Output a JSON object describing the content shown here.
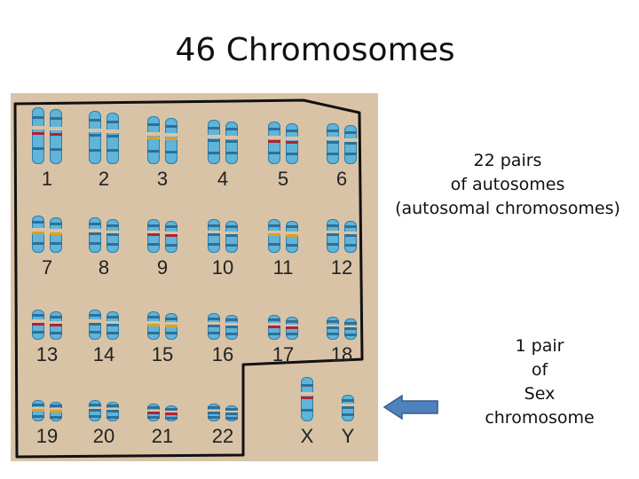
{
  "title": "46 Chromosomes",
  "karyotype": {
    "rows": [
      [
        {
          "label": "1"
        },
        {
          "label": "2"
        },
        {
          "label": "3"
        },
        {
          "label": "4"
        },
        {
          "label": "5"
        },
        {
          "label": "6"
        }
      ],
      [
        {
          "label": "7"
        },
        {
          "label": "8"
        },
        {
          "label": "9"
        },
        {
          "label": "10"
        },
        {
          "label": "11"
        },
        {
          "label": "12"
        }
      ],
      [
        {
          "label": "13"
        },
        {
          "label": "14"
        },
        {
          "label": "15"
        },
        {
          "label": "16"
        },
        {
          "label": "17"
        },
        {
          "label": "18"
        }
      ],
      [
        {
          "label": "19"
        },
        {
          "label": "20"
        },
        {
          "label": "21"
        },
        {
          "label": "22"
        }
      ]
    ],
    "sex": [
      {
        "label": "X"
      },
      {
        "label": "Y"
      }
    ]
  },
  "autosomes_text": [
    "22 pairs",
    "of autosomes",
    "(autosomal chromosomes)"
  ],
  "sex_text": [
    "1 pair",
    "of",
    "Sex",
    "chromosome"
  ],
  "colors": {
    "background_panel": "#d9c3a6",
    "chromosome": "#5fb4d8",
    "arrow": "#4f81bd"
  }
}
